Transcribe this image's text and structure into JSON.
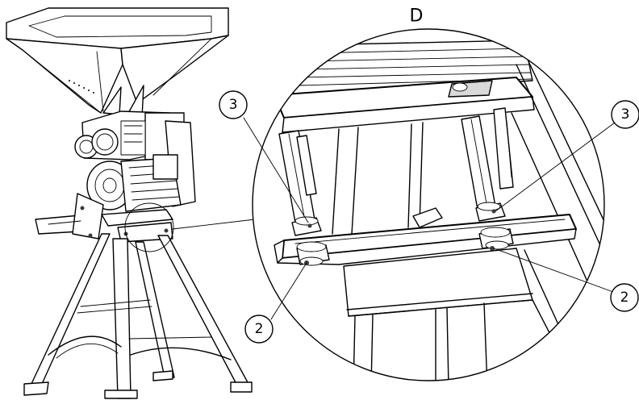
{
  "detail_view": {
    "label": "D"
  },
  "callouts": [
    {
      "id": "callout-3-left",
      "label": "3"
    },
    {
      "id": "callout-3-right",
      "label": "3"
    },
    {
      "id": "callout-2-left",
      "label": "2"
    },
    {
      "id": "callout-2-right",
      "label": "2"
    }
  ]
}
